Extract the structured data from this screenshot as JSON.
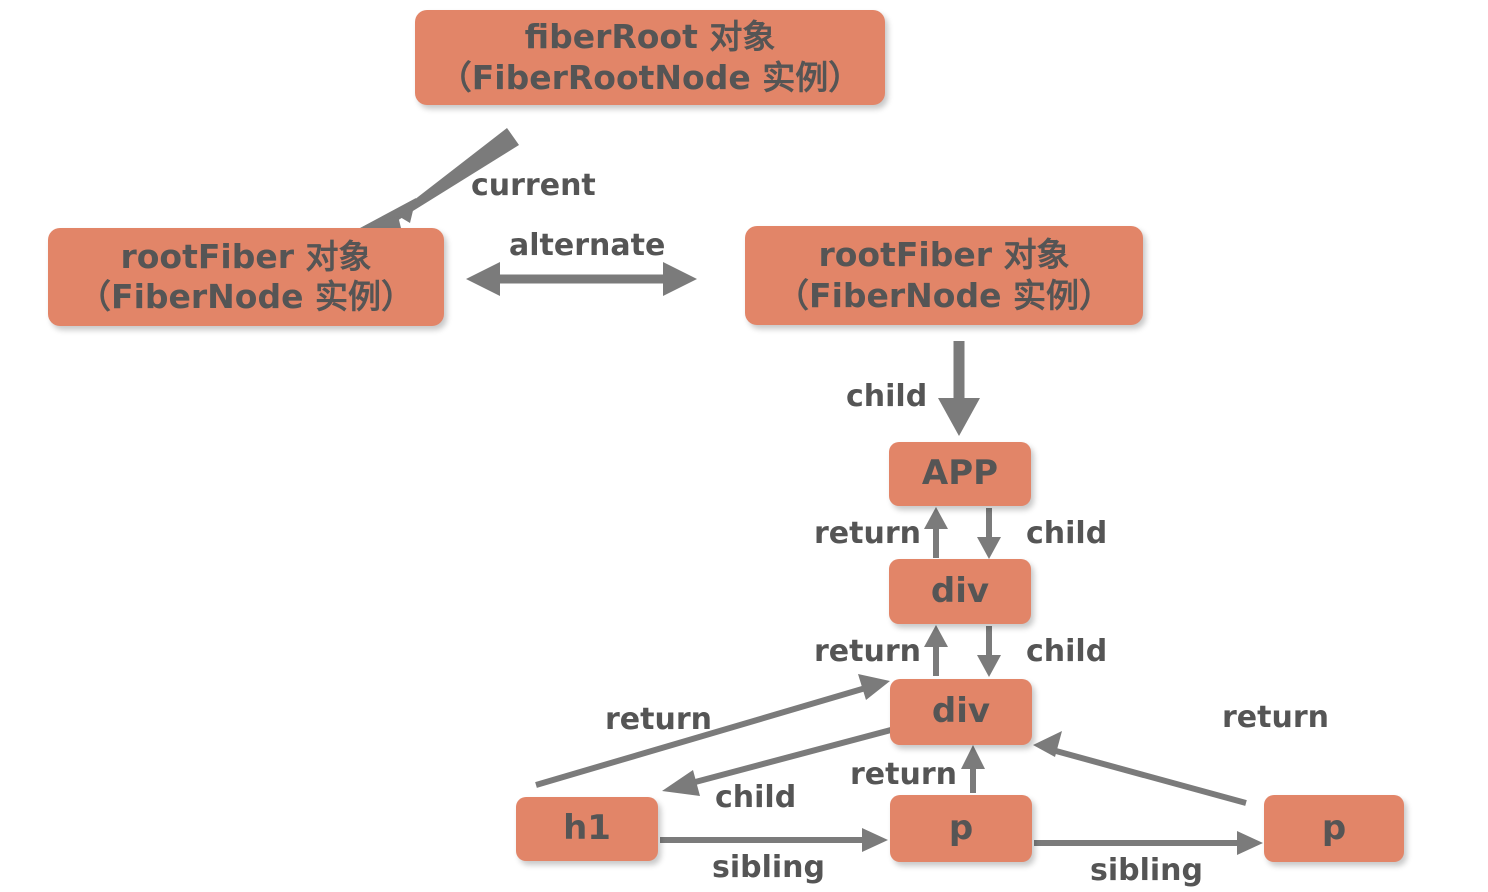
{
  "diagram": {
    "title": "React Fiber tree structure diagram",
    "accent_color": "#e28568",
    "text_color": "#555555",
    "arrow_color": "#7b7b7b",
    "background_color": "#ffffff"
  },
  "nodes": {
    "fiber_root": {
      "line1": "fiberRoot 对象",
      "line2": "（FiberRootNode 实例）"
    },
    "root_fiber_current": {
      "line1": "rootFiber 对象",
      "line2": "（FiberNode 实例）"
    },
    "root_fiber_alternate": {
      "line1": "rootFiber 对象",
      "line2": "（FiberNode 实例）"
    },
    "app": {
      "label": "APP"
    },
    "div_outer": {
      "label": "div"
    },
    "div_inner": {
      "label": "div"
    },
    "h1": {
      "label": "h1"
    },
    "p_first": {
      "label": "p"
    },
    "p_second": {
      "label": "p"
    }
  },
  "edges": [
    {
      "id": "current",
      "label": "current",
      "from": "fiber_root",
      "to": "root_fiber_current",
      "direction": "down-left"
    },
    {
      "id": "alternate",
      "label": "alternate",
      "from": "root_fiber_current",
      "to": "root_fiber_alternate",
      "direction": "bidirectional"
    },
    {
      "id": "root-child",
      "label": "child",
      "from": "root_fiber_alternate",
      "to": "app",
      "direction": "down"
    },
    {
      "id": "app-child",
      "label": "child",
      "from": "app",
      "to": "div_outer",
      "direction": "down"
    },
    {
      "id": "div-outer-return",
      "label": "return",
      "from": "div_outer",
      "to": "app",
      "direction": "up"
    },
    {
      "id": "div-outer-child",
      "label": "child",
      "from": "div_outer",
      "to": "div_inner",
      "direction": "down"
    },
    {
      "id": "div-inner-return",
      "label": "return",
      "from": "div_inner",
      "to": "div_outer",
      "direction": "up"
    },
    {
      "id": "div-inner-child",
      "label": "child",
      "from": "div_inner",
      "to": "h1",
      "direction": "down-left"
    },
    {
      "id": "h1-return",
      "label": "return",
      "from": "h1",
      "to": "div_inner",
      "direction": "up-right"
    },
    {
      "id": "h1-sibling",
      "label": "sibling",
      "from": "h1",
      "to": "p_first",
      "direction": "right"
    },
    {
      "id": "p-first-return",
      "label": "return",
      "from": "p_first",
      "to": "div_inner",
      "direction": "up"
    },
    {
      "id": "p-first-sibling",
      "label": "sibling",
      "from": "p_first",
      "to": "p_second",
      "direction": "right"
    },
    {
      "id": "p-second-return",
      "label": "return",
      "from": "p_second",
      "to": "div_inner",
      "direction": "up-left"
    }
  ],
  "labels": {
    "current": "current",
    "alternate": "alternate",
    "child_root": "child",
    "return_app": "return",
    "child_app": "child",
    "return_div_outer": "return",
    "child_div_outer": "child",
    "return_h1": "return",
    "child_div_inner": "child",
    "return_p_first": "return",
    "return_p_second": "return",
    "sibling_h1": "sibling",
    "sibling_p": "sibling"
  }
}
